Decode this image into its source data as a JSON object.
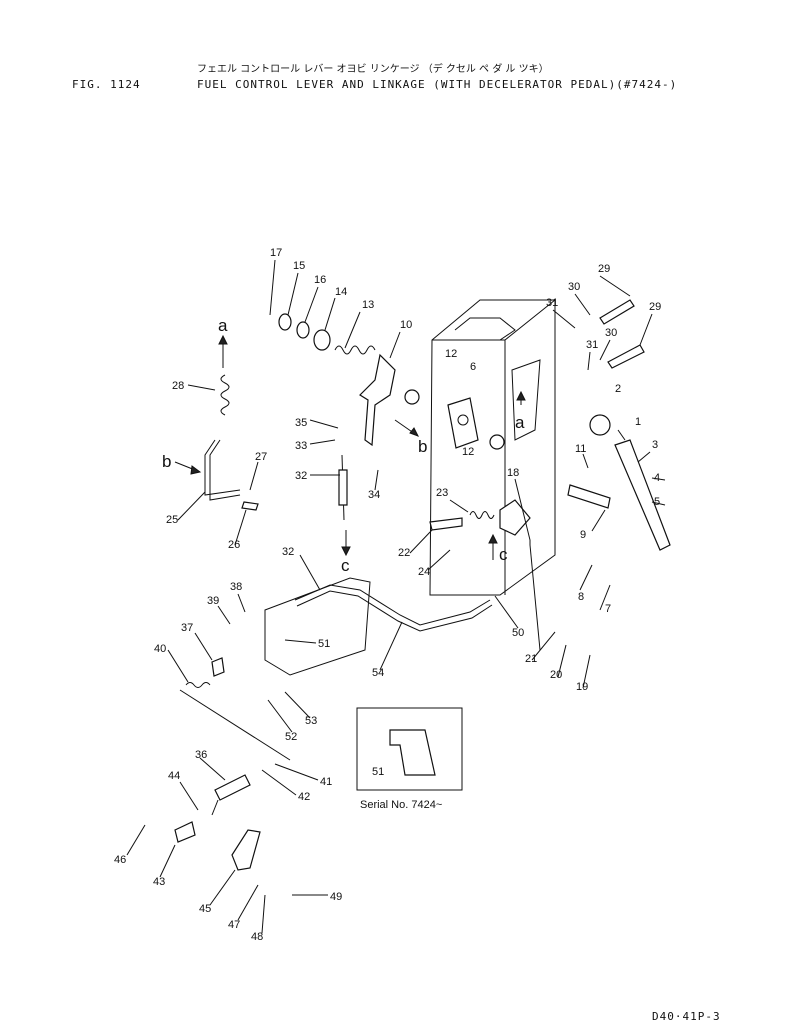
{
  "header": {
    "figure": "FIG. 1124",
    "title_jp": "フェエル コントロール レバー オヨビ リンケージ （デ クセル ペ ダ ル ツキ）",
    "title_en": "FUEL CONTROL LEVER AND LINKAGE (WITH DECELERATOR PEDAL)(#7424-)"
  },
  "inset": {
    "serial": "Serial No. 7424~",
    "part": "51"
  },
  "footer": {
    "code": "D40·41P-3"
  },
  "callouts": [
    "1",
    "2",
    "3",
    "4",
    "5",
    "6",
    "7",
    "8",
    "9",
    "10",
    "11",
    "12",
    "12",
    "13",
    "14",
    "15",
    "16",
    "17",
    "18",
    "19",
    "20",
    "21",
    "22",
    "23",
    "24",
    "25",
    "26",
    "27",
    "28",
    "29",
    "29",
    "30",
    "30",
    "31",
    "31",
    "32",
    "32",
    "33",
    "34",
    "35",
    "36",
    "37",
    "38",
    "39",
    "40",
    "41",
    "42",
    "43",
    "44",
    "45",
    "46",
    "47",
    "48",
    "49",
    "50",
    "51",
    "52",
    "53",
    "54"
  ],
  "connection_letters": [
    "a",
    "a",
    "b",
    "b",
    "c",
    "c"
  ]
}
